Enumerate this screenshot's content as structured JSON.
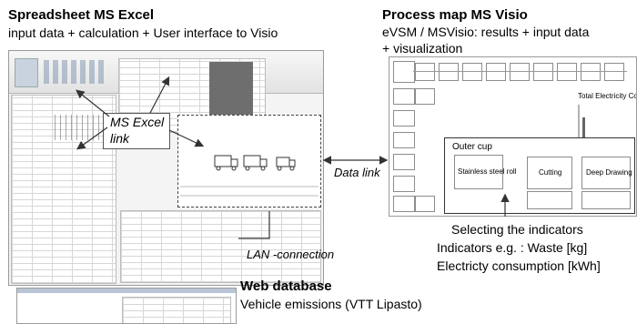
{
  "excel": {
    "title": "Spreadsheet MS Excel",
    "subtitle": "input data + calculation + User interface to Visio",
    "link_label_1": "MS Excel",
    "link_label_2": "link"
  },
  "visio": {
    "title": "Process map MS Visio",
    "subtitle_line1": "eVSM / MSVisio: results + input data",
    "subtitle_line2": "+ visualization",
    "chart_title": "Total Electricity Consump",
    "outer_cup_label": "Outer cup",
    "process_1": "Stainless steel roll",
    "process_2": "Cutting",
    "process_3": "Deep Drawing"
  },
  "data_link": "Data link",
  "lan": "LAN -connection",
  "web": {
    "title": "Web database",
    "subtitle": "Vehicle emissions (VTT Lipasto)"
  },
  "indicators": {
    "line1": "Selecting the indicators",
    "line2": "Indicators e.g. : Waste [kg]",
    "line3": "Electricty consumption [kWh]"
  },
  "colors": {
    "line": "#333333",
    "border": "#9a9a9a",
    "dark_column": "#6e6e6e"
  }
}
